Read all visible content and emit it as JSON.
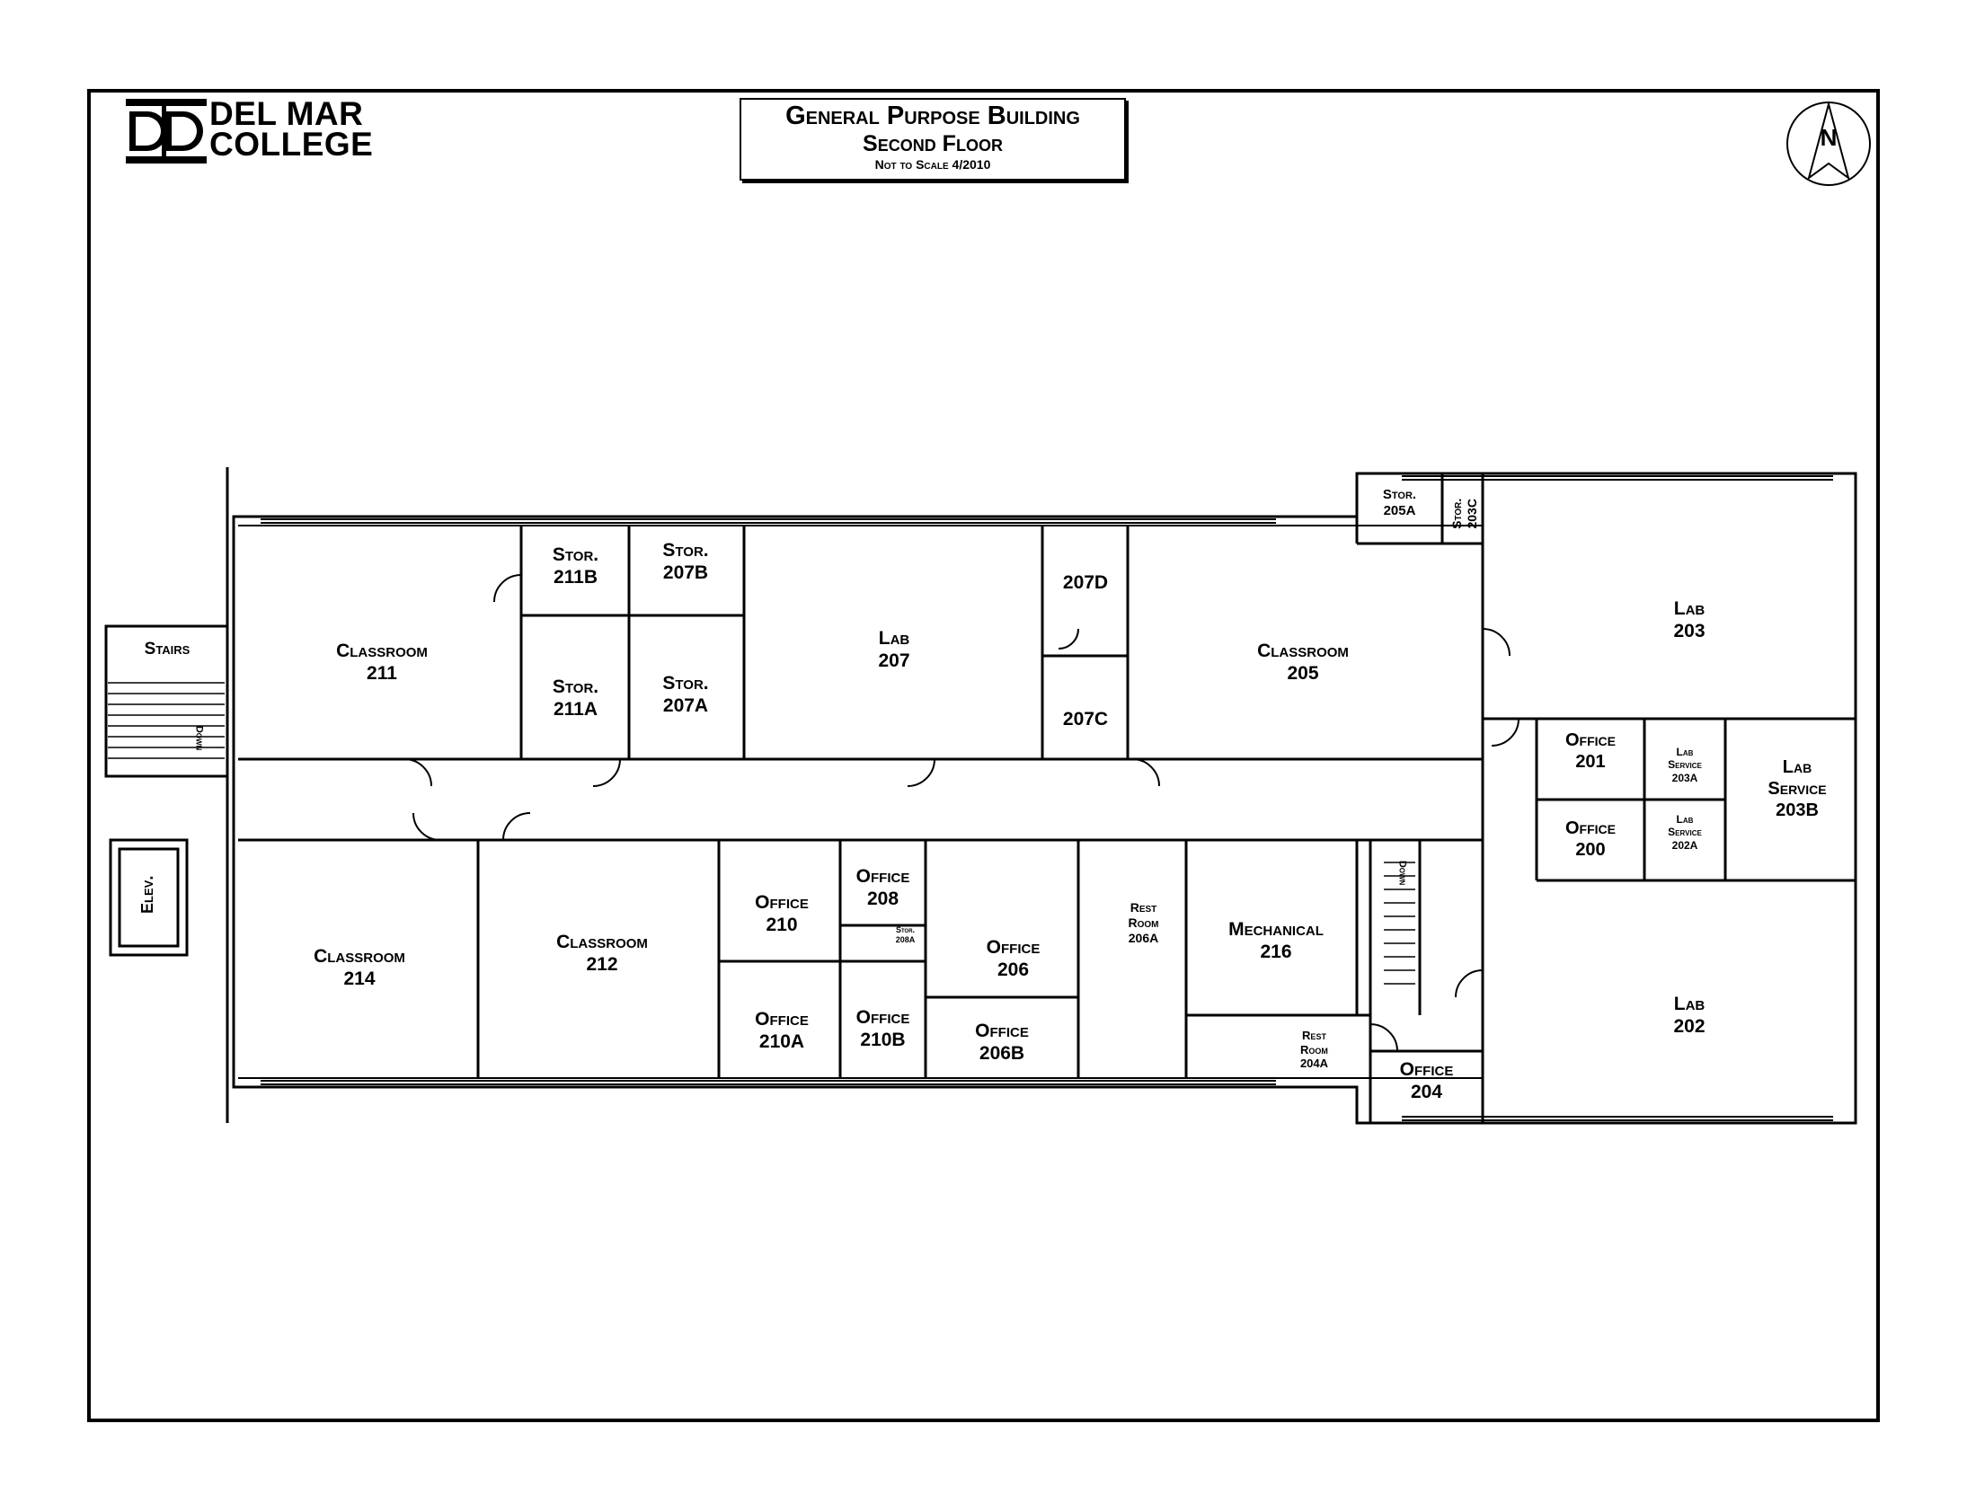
{
  "header": {
    "logo_text_line1": "DEL MAR",
    "logo_text_line2": "COLLEGE",
    "title": "General Purpose Building",
    "subtitle": "Second Floor",
    "note": "Not to Scale 4/2010",
    "north_letter": "N"
  },
  "rooms": {
    "stairs": "Stairs",
    "stairs_down": "Down",
    "elev": "Elev.",
    "classroom_211": "Classroom\n211",
    "stor_211b": "Stor.\n211B",
    "stor_207b": "Stor.\n207B",
    "stor_211a": "Stor.\n211A",
    "stor_207a": "Stor.\n207A",
    "lab_207": "Lab\n207",
    "r_207d": "207D",
    "r_207c": "207C",
    "classroom_205": "Classroom\n205",
    "stor_205a": "Stor.\n205A",
    "stor_203c": "Stor.\n203C",
    "lab_203": "Lab\n203",
    "office_201": "Office\n201",
    "lab_service_203a": "Lab\nService\n203A",
    "lab_service_203b": "Lab\nService\n203B",
    "office_200": "Office\n200",
    "lab_service_202a": "Lab\nService\n202A",
    "classroom_214": "Classroom\n214",
    "classroom_212": "Classroom\n212",
    "office_210": "Office\n210",
    "office_208": "Office\n208",
    "stor_208a": "Stor.\n208A",
    "office_206": "Office\n206",
    "rest_room_206a": "Rest\nRoom\n206A",
    "office_210a": "Office\n210A",
    "office_210b": "Office\n210B",
    "office_206b": "Office\n206B",
    "mechanical_216": "Mechanical\n216",
    "rest_room_204a": "Rest\nRoom\n204A",
    "office_204": "Office\n204",
    "lab_202": "Lab\n202",
    "stairs2_down": "Down"
  }
}
